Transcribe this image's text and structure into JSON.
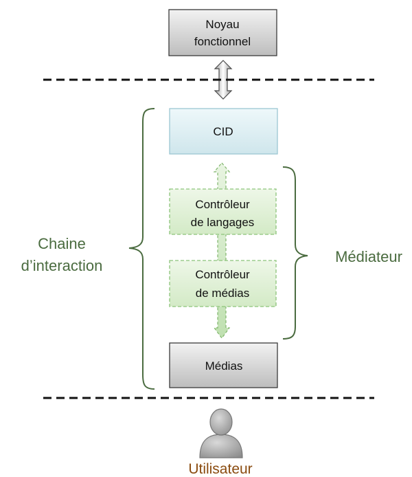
{
  "boxes": {
    "noyau": {
      "line1": "Noyau",
      "line2": "fonctionnel"
    },
    "cid": {
      "label": "CID"
    },
    "controleur_langages": {
      "line1": "Contrôleur",
      "line2": "de langages"
    },
    "controleur_medias": {
      "line1": "Contrôleur",
      "line2": "de médias"
    },
    "medias": {
      "label": "Médias"
    }
  },
  "labels": {
    "chaine_line1": "Chaine",
    "chaine_line2": "d’interaction",
    "mediateur": "Médiateur",
    "utilisateur": "Utilisateur"
  },
  "colors": {
    "grey_box_fill": "#d6d6d6",
    "cid_fill": "#dff0f4",
    "green_dashed_fill": "#e4f2dc",
    "green_text": "#4a6b3f",
    "user_text": "#8a4b0f"
  }
}
